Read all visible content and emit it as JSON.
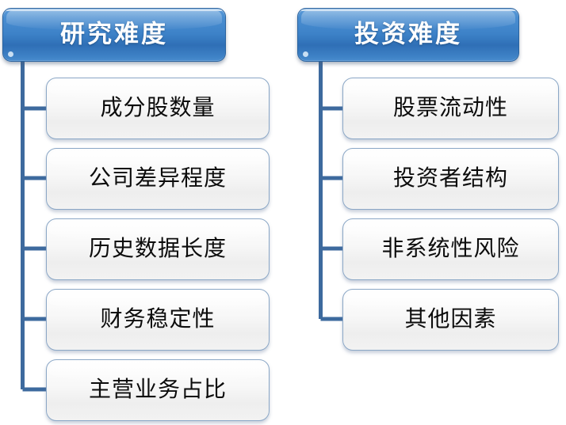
{
  "diagram": {
    "type": "two-branch-tree",
    "title_visible": false,
    "colors": {
      "header_fill_light": "#5b9bd8",
      "header_fill_dark": "#2f6fb6",
      "header_border": "#2a639f",
      "header_text": "#ffffff",
      "item_fill_light": "#fdfdfd",
      "item_fill_dark": "#eeeeee",
      "item_border": "#8ba7c6",
      "item_text": "#0c0c0c",
      "connector": "#3d6a9e",
      "background": "#ffffff"
    }
  },
  "branches": [
    {
      "id": "research-difficulty",
      "header": "研究难度",
      "items": [
        {
          "label": "成分股数量"
        },
        {
          "label": "公司差异程度"
        },
        {
          "label": "历史数据长度"
        },
        {
          "label": "财务稳定性"
        },
        {
          "label": "主营业务占比"
        }
      ]
    },
    {
      "id": "investment-difficulty",
      "header": "投资难度",
      "items": [
        {
          "label": "股票流动性"
        },
        {
          "label": "投资者结构"
        },
        {
          "label": "非系统性风险"
        },
        {
          "label": "其他因素"
        }
      ]
    }
  ]
}
